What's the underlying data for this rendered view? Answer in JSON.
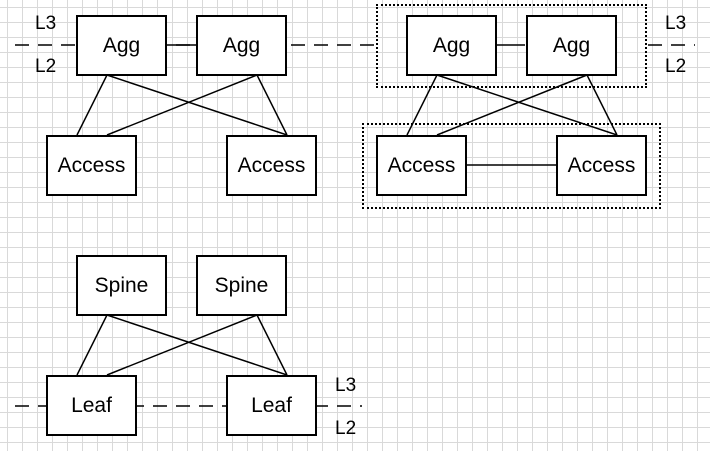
{
  "layer_labels": {
    "l3": "L3",
    "l2": "L2"
  },
  "nodes": {
    "agg": "Agg",
    "access": "Access",
    "spine": "Spine",
    "leaf": "Leaf"
  }
}
